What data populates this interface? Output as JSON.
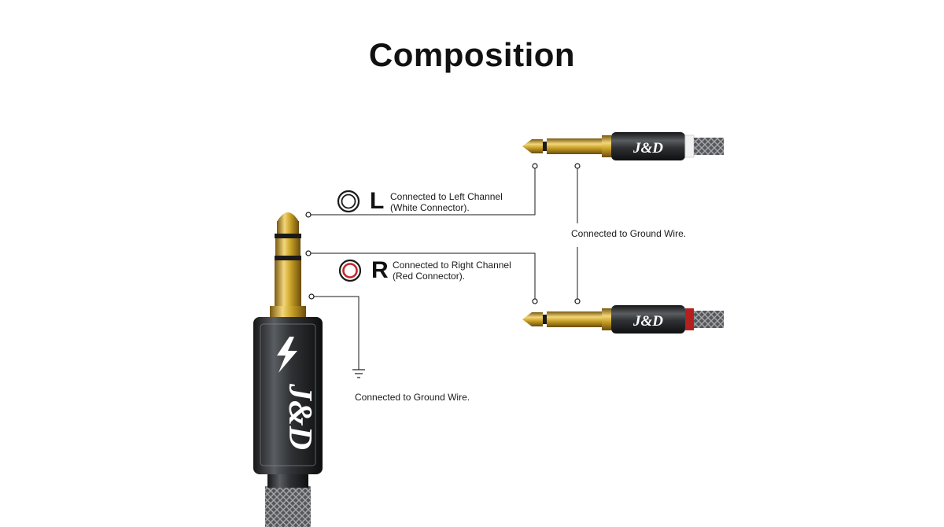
{
  "title": "Composition",
  "brand_logo": "J&D",
  "channels": [
    {
      "letter": "L",
      "line1": "Connected to Left Channel",
      "line2": "(White Connector).",
      "ring_color": "#ffffff"
    },
    {
      "letter": "R",
      "line1": "Connected to Right Channel",
      "line2": "(Red Connector).",
      "ring_color": "#c0282d"
    }
  ],
  "ground_label_right": "Connected to Ground Wire.",
  "ground_label_left": "Connected to Ground Wire.",
  "icons": [
    "ground-symbol-icon",
    "lightning-icon"
  ],
  "colors": {
    "gold": "#c9a227",
    "housing": "#2f3134",
    "white_band": "#f2f2f2",
    "red_band": "#b3201f",
    "braid": "#6c6e72"
  }
}
